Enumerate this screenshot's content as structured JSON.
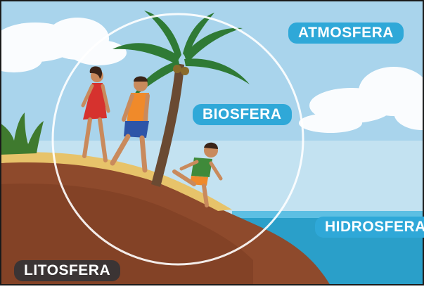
{
  "labels": {
    "atmosphere": "ATMOSFERA",
    "biosphere": "BIOSFERA",
    "hydrosphere": "HIDROSFERA",
    "lithosphere": "LITOSFERA"
  },
  "colors": {
    "sky": "#a9d4ec",
    "sea": "#2a9fc9",
    "soil": "#8e4a2c",
    "sand": "#e7c36a",
    "label_light": "#2fa8d8",
    "label_dark": "#3b3434"
  }
}
